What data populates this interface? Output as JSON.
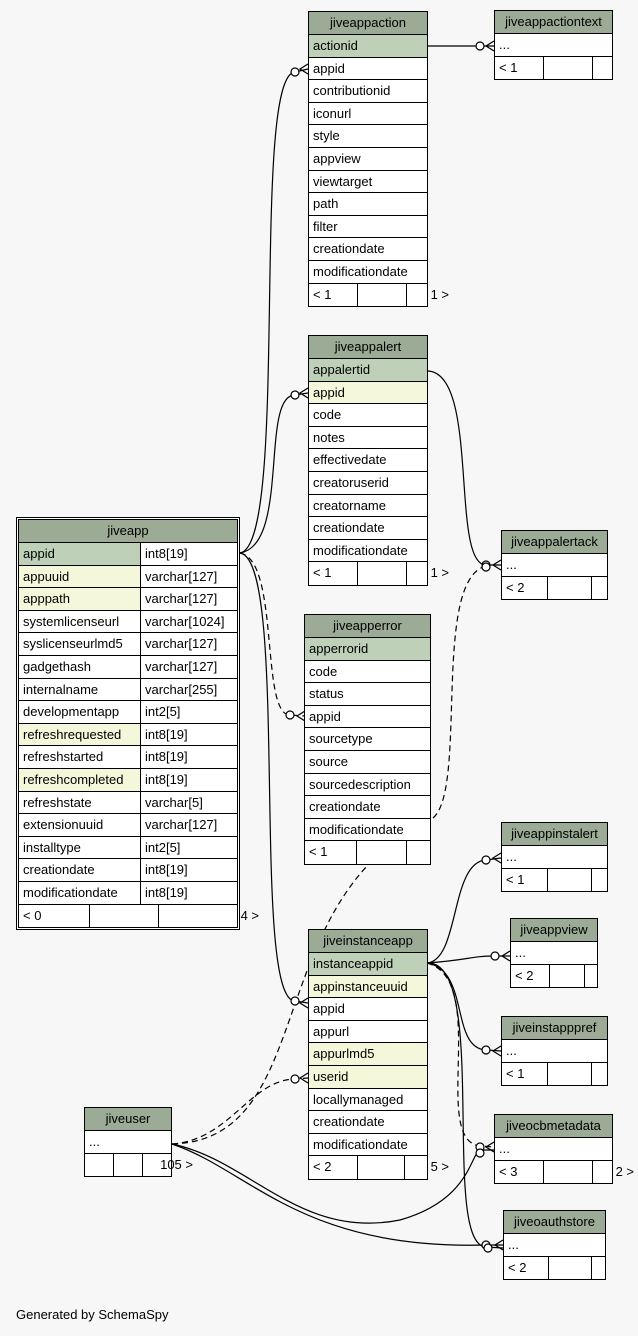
{
  "footer": "Generated by SchemaSpy",
  "tables": {
    "jiveappaction": {
      "name": "jiveappaction",
      "columns": [
        "actionid",
        "appid",
        "contributionid",
        "iconurl",
        "style",
        "appview",
        "viewtarget",
        "path",
        "filter",
        "creationdate",
        "modificationdate"
      ],
      "kinds": [
        "pk",
        "",
        "",
        "",
        "",
        "",
        "",
        "",
        "",
        "",
        ""
      ],
      "footer": [
        "< 1",
        "",
        "1 >"
      ]
    },
    "jiveappactiontext": {
      "name": "jiveappactiontext",
      "columns": [
        "..."
      ],
      "footer": [
        "< 1",
        "",
        ""
      ]
    },
    "jiveappalert": {
      "name": "jiveappalert",
      "columns": [
        "appalertid",
        "appid",
        "code",
        "notes",
        "effectivedate",
        "creatoruserid",
        "creatorname",
        "creationdate",
        "modificationdate"
      ],
      "kinds": [
        "pk",
        "fk",
        "",
        "",
        "",
        "",
        "",
        "",
        ""
      ],
      "footer": [
        "< 1",
        "",
        "1 >"
      ]
    },
    "jiveappalertack": {
      "name": "jiveappalertack",
      "columns": [
        "..."
      ],
      "footer": [
        "< 2",
        "",
        ""
      ]
    },
    "jiveapp": {
      "name": "jiveapp",
      "columns": [
        [
          "appid",
          "int8[19]"
        ],
        [
          "appuuid",
          "varchar[127]"
        ],
        [
          "apppath",
          "varchar[127]"
        ],
        [
          "systemlicenseurl",
          "varchar[1024]"
        ],
        [
          "syslicenseurlmd5",
          "varchar[127]"
        ],
        [
          "gadgethash",
          "varchar[127]"
        ],
        [
          "internalname",
          "varchar[255]"
        ],
        [
          "developmentapp",
          "int2[5]"
        ],
        [
          "refreshrequested",
          "int8[19]"
        ],
        [
          "refreshstarted",
          "int8[19]"
        ],
        [
          "refreshcompleted",
          "int8[19]"
        ],
        [
          "refreshstate",
          "varchar[5]"
        ],
        [
          "extensionuuid",
          "varchar[127]"
        ],
        [
          "installtype",
          "int2[5]"
        ],
        [
          "creationdate",
          "int8[19]"
        ],
        [
          "modificationdate",
          "int8[19]"
        ]
      ],
      "kinds": [
        "pk",
        "fk",
        "fk",
        "",
        "",
        "",
        "",
        "",
        "fk",
        "",
        "fk",
        "",
        "",
        "",
        "",
        ""
      ],
      "footer": [
        "< 0",
        "",
        "4 >"
      ]
    },
    "jiveapperror": {
      "name": "jiveapperror",
      "columns": [
        "apperrorid",
        "code",
        "status",
        "appid",
        "sourcetype",
        "source",
        "sourcedescription",
        "creationdate",
        "modificationdate"
      ],
      "kinds": [
        "pk",
        "",
        "",
        "",
        "",
        "",
        "",
        "",
        ""
      ],
      "footer": [
        "< 1",
        "",
        ""
      ]
    },
    "jiveappinstalert": {
      "name": "jiveappinstalert",
      "columns": [
        "..."
      ],
      "footer": [
        "< 1",
        "",
        ""
      ]
    },
    "jiveappview": {
      "name": "jiveappview",
      "columns": [
        "..."
      ],
      "footer": [
        "< 2",
        "",
        ""
      ]
    },
    "jiveinstanceapp": {
      "name": "jiveinstanceapp",
      "columns": [
        "instanceappid",
        "appinstanceuuid",
        "appid",
        "appurl",
        "appurlmd5",
        "userid",
        "locallymanaged",
        "creationdate",
        "modificationdate"
      ],
      "kinds": [
        "pk",
        "fk",
        "",
        "",
        "fk",
        "fk",
        "",
        "",
        ""
      ],
      "footer": [
        "< 2",
        "",
        "5 >"
      ]
    },
    "jiveinstapppref": {
      "name": "jiveinstapppref",
      "columns": [
        "..."
      ],
      "footer": [
        "< 1",
        "",
        ""
      ]
    },
    "jiveocbmetadata": {
      "name": "jiveocbmetadata",
      "columns": [
        "..."
      ],
      "footer": [
        "< 3",
        "",
        "2 >"
      ]
    },
    "jiveuser": {
      "name": "jiveuser",
      "columns": [
        "..."
      ],
      "footer": [
        "",
        "",
        "105 >"
      ]
    },
    "jiveoauthstore": {
      "name": "jiveoauthstore",
      "columns": [
        "..."
      ],
      "footer": [
        "< 2",
        "",
        ""
      ]
    }
  }
}
